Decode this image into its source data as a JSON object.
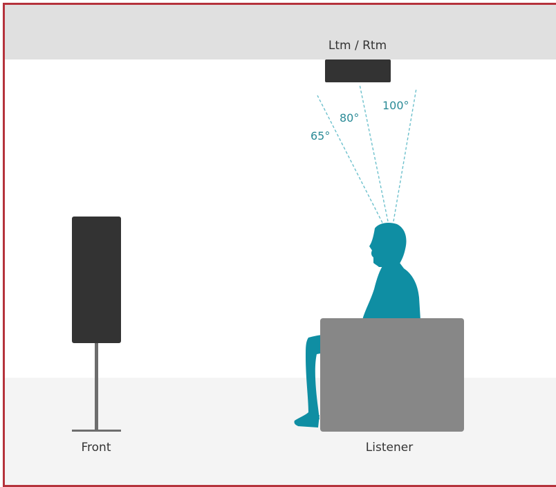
{
  "labels": {
    "top_speaker": "Ltm / Rtm",
    "front": "Front",
    "listener": "Listener"
  },
  "angles": [
    "65°",
    "80°",
    "100°"
  ],
  "colors": {
    "border": "#b5323b",
    "ceiling": "#e0e0e0",
    "floor": "#f4f4f4",
    "speaker": "#333333",
    "person": "#0f8ea3",
    "chair": "#878787",
    "angle_lines": "#6cc0cc",
    "angle_text": "#2a8a96"
  }
}
